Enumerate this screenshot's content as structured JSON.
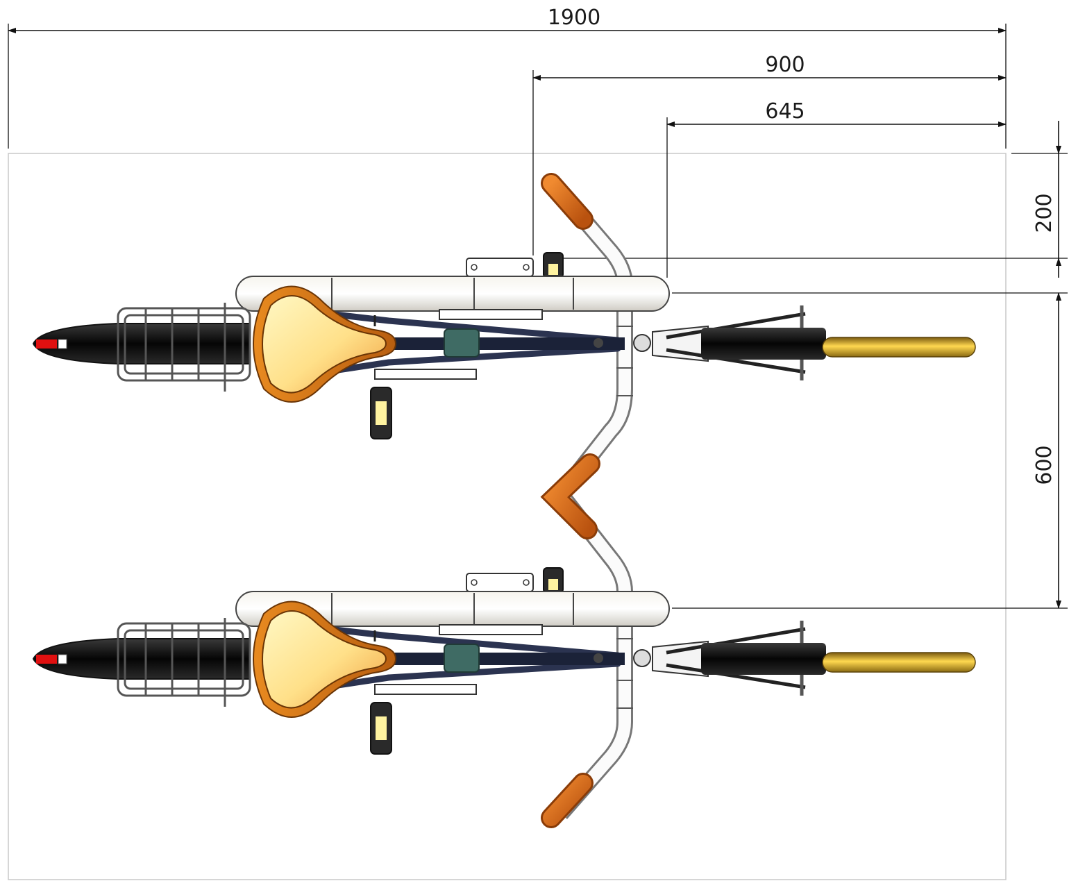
{
  "diagram": {
    "dimensions": {
      "overall_length": "1900",
      "handlebar_offset": "900",
      "rack_offset": "645",
      "top_clearance": "200",
      "bike_spacing": "600"
    },
    "colors": {
      "frame": "#2b3350",
      "saddle_light": "#fff3a8",
      "saddle_dark": "#e08a2a",
      "grip": "#e0701f",
      "tire": "#0a0a0a",
      "fender": "#e8e6e0",
      "reflector": "#e01010",
      "front_tire_highlight": "#e6b21a"
    },
    "parts": [
      "rear-rack",
      "saddle",
      "frame-tubes",
      "fender-bar",
      "handlebar",
      "front-wheel",
      "pedals"
    ]
  }
}
